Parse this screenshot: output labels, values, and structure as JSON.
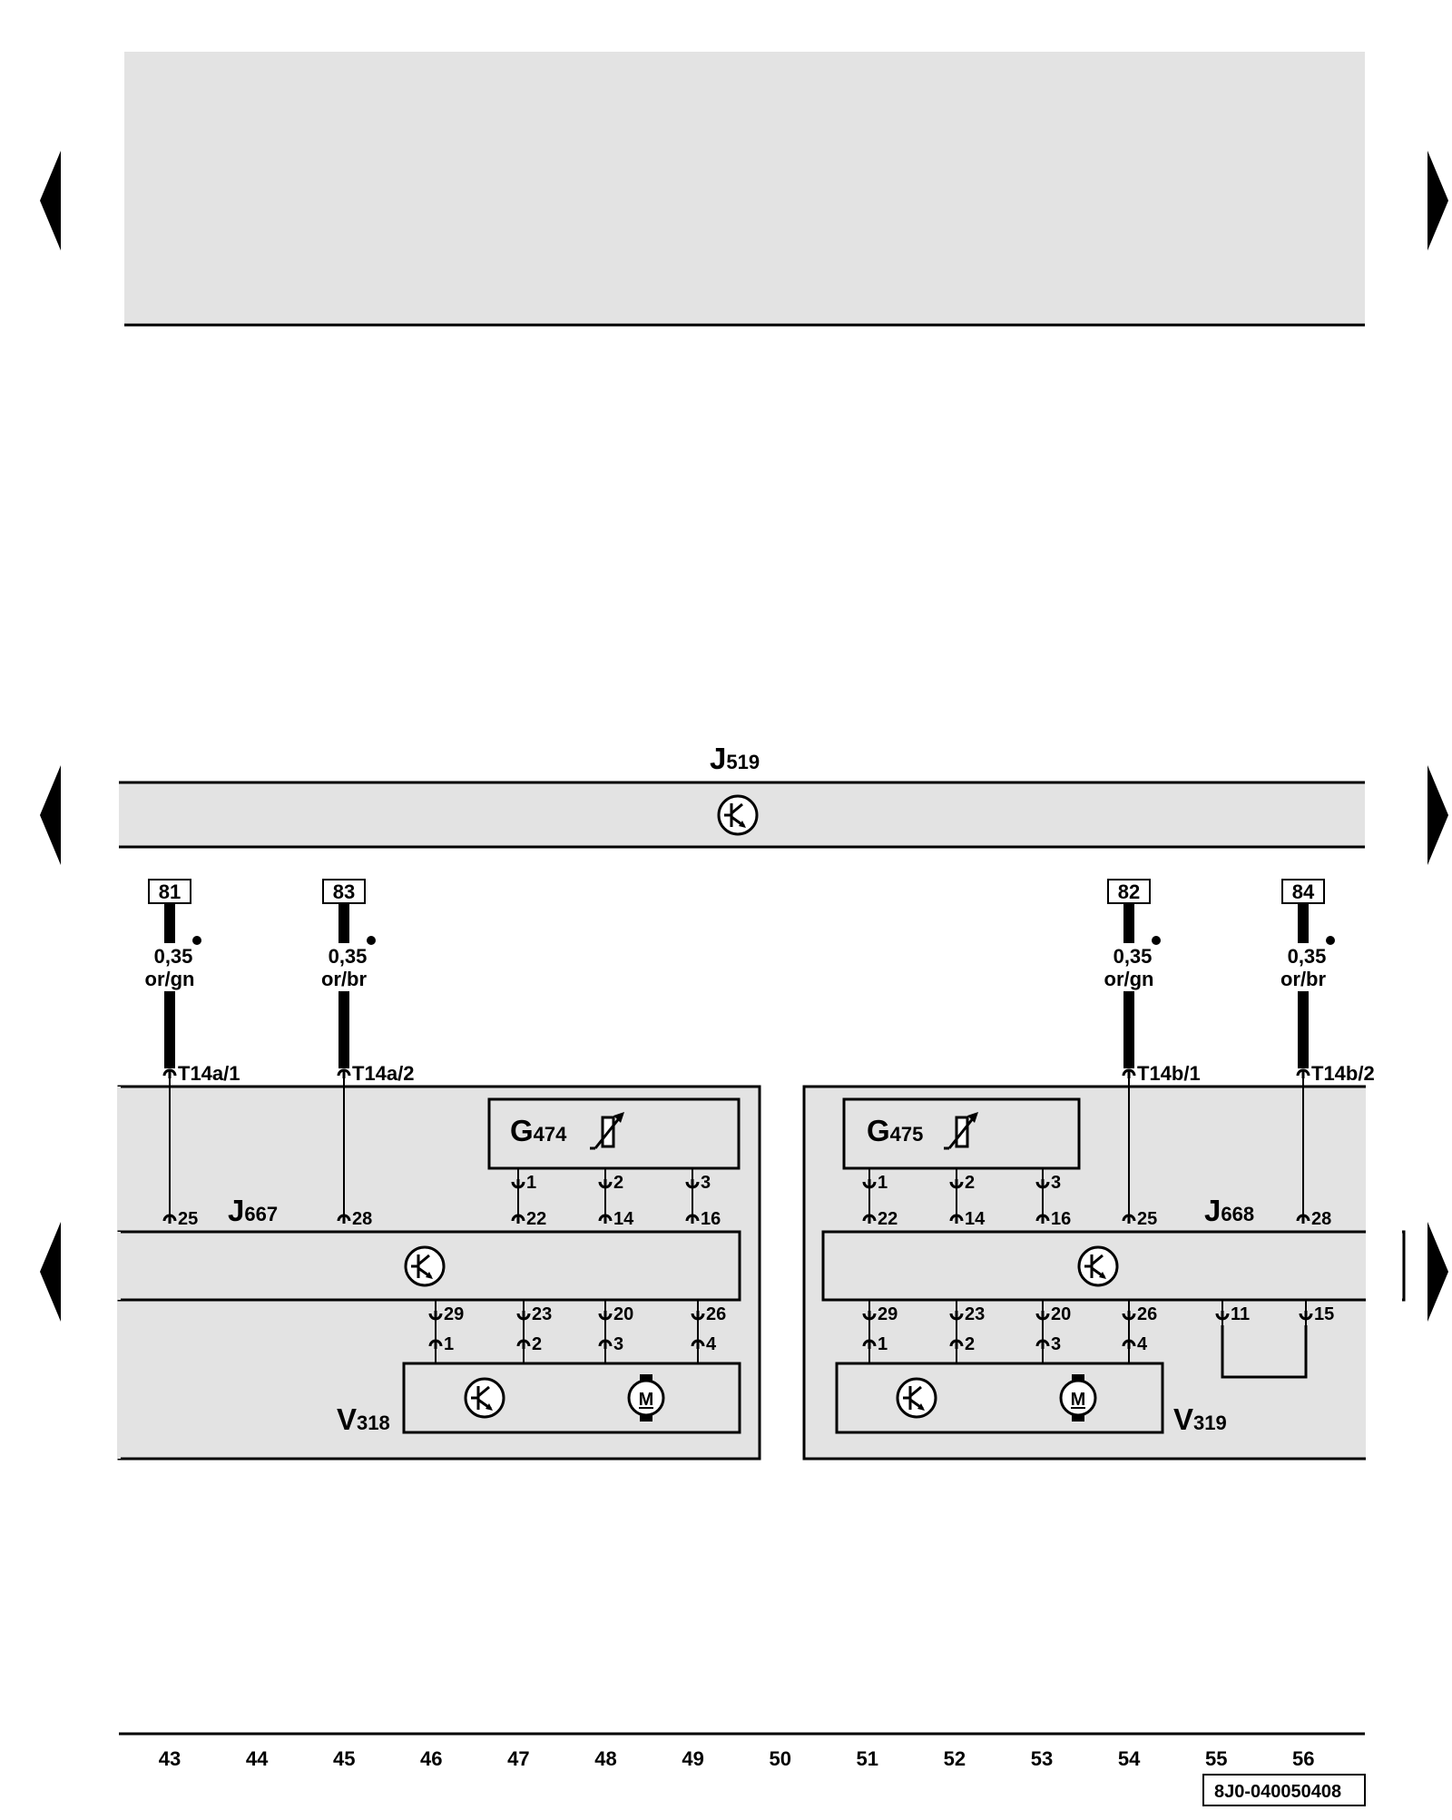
{
  "control_units": {
    "top": {
      "name": "J",
      "sub": "519"
    },
    "left": {
      "name": "J",
      "sub": "667"
    },
    "right": {
      "name": "J",
      "sub": "668"
    }
  },
  "components": {
    "g_left": {
      "name": "G",
      "sub": "474"
    },
    "g_right": {
      "name": "G",
      "sub": "475"
    },
    "v_left": {
      "name": "V",
      "sub": "318"
    },
    "v_right": {
      "name": "V",
      "sub": "319"
    }
  },
  "wires": [
    {
      "ref": "81",
      "size": "0,35",
      "color": "or/gn",
      "connector": "T14a/1"
    },
    {
      "ref": "83",
      "size": "0,35",
      "color": "or/br",
      "connector": "T14a/2"
    },
    {
      "ref": "82",
      "size": "0,35",
      "color": "or/gn",
      "connector": "T14b/1"
    },
    {
      "ref": "84",
      "size": "0,35",
      "color": "or/br",
      "connector": "T14b/2"
    }
  ],
  "pins": {
    "left_upper": [
      "1",
      "2",
      "3"
    ],
    "left_mid": [
      "25",
      "28",
      "22",
      "14",
      "16"
    ],
    "left_low": [
      "29",
      "23",
      "20",
      "26"
    ],
    "left_v": [
      "1",
      "2",
      "3",
      "4"
    ],
    "right_upper": [
      "1",
      "2",
      "3"
    ],
    "right_mid": [
      "22",
      "14",
      "16",
      "25",
      "28"
    ],
    "right_low": [
      "29",
      "23",
      "20",
      "26",
      "11",
      "15"
    ],
    "right_v": [
      "1",
      "2",
      "3",
      "4"
    ]
  },
  "motor_label": "M",
  "columns": [
    "43",
    "44",
    "45",
    "46",
    "47",
    "48",
    "49",
    "50",
    "51",
    "52",
    "53",
    "54",
    "55",
    "56"
  ],
  "doc_code": "8J0-040050408",
  "colors": {
    "panel": "#e3e3e3",
    "line": "#000000",
    "background": "#ffffff"
  }
}
